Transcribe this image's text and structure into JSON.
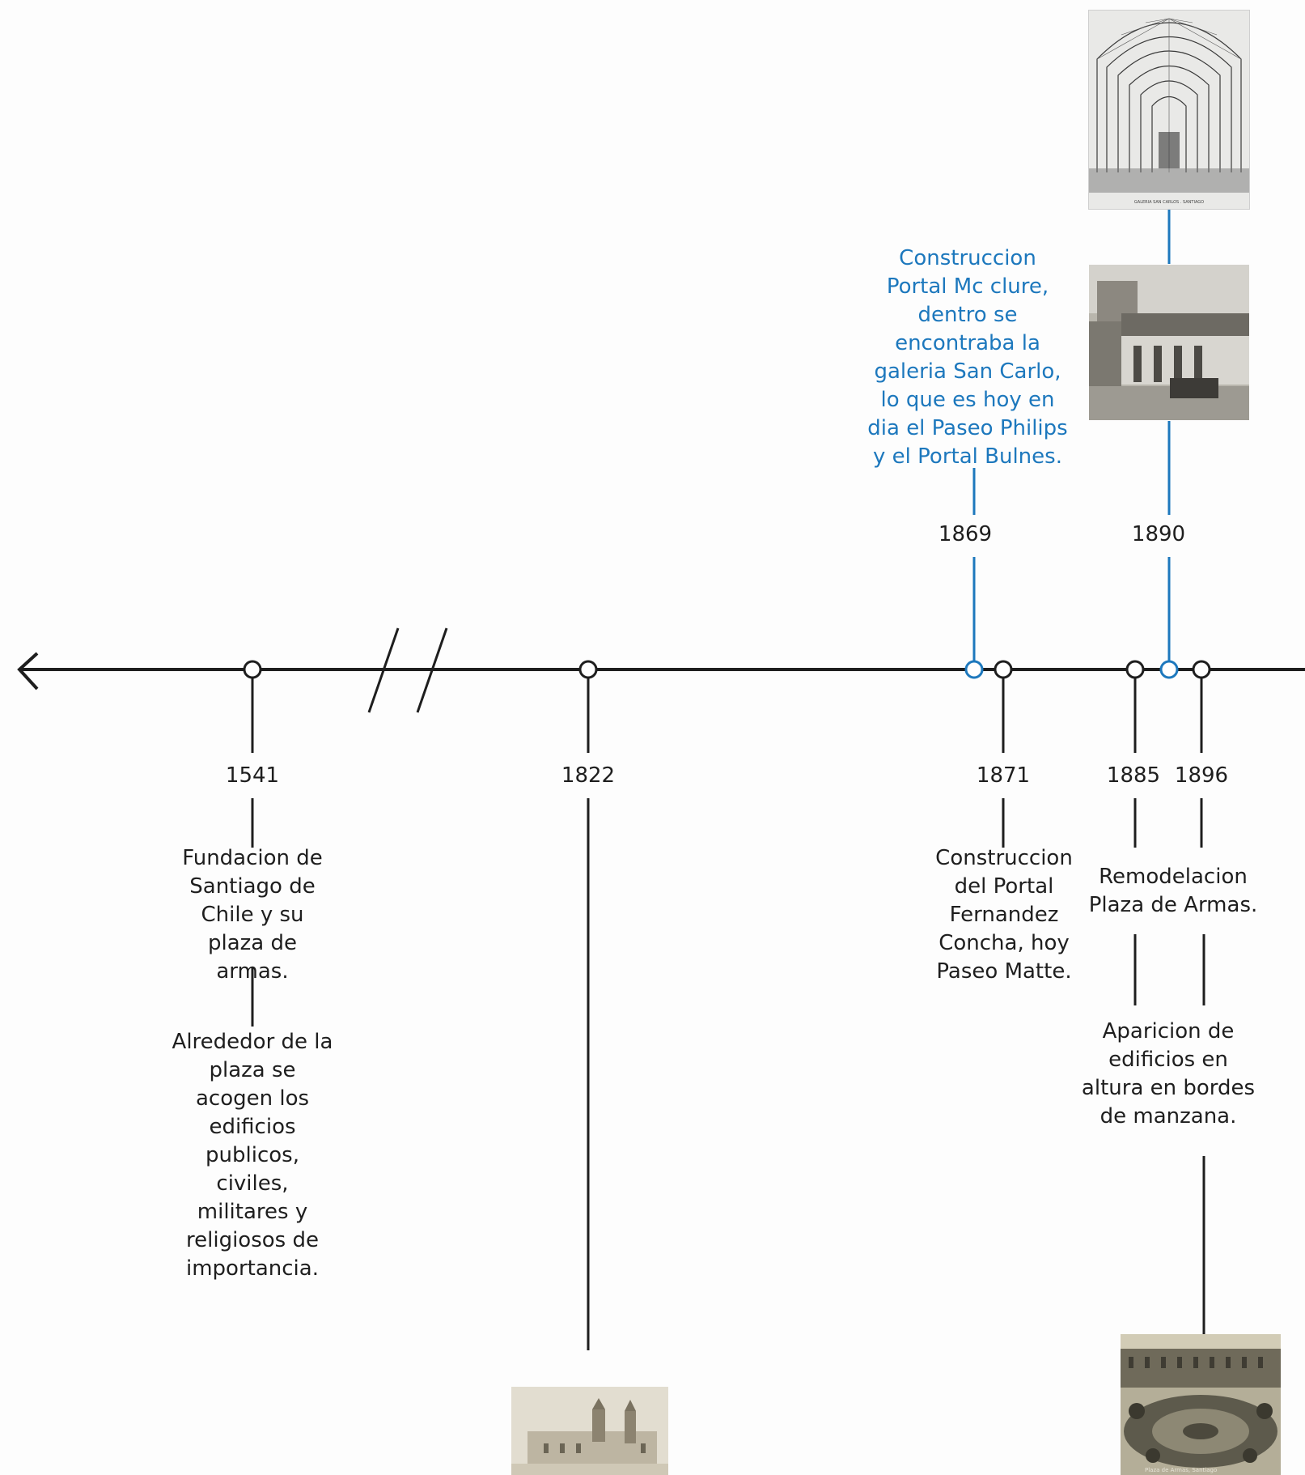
{
  "timeline": {
    "accent_color": "#1d78bd",
    "line_color": "#1e1e1e",
    "events": [
      {
        "year": "1541",
        "highlight": false,
        "texts": [
          "Fundacion de Santiago de Chile y su plaza de armas.",
          "Alrededor de la plaza se acogen los edificios publicos, civiles, militares y religiosos de importancia."
        ]
      },
      {
        "year": "1822",
        "highlight": false,
        "texts": []
      },
      {
        "year": "1869",
        "highlight": true,
        "texts": [
          "Construccion Portal Mc clure, dentro se encontraba la galeria San Carlo, lo que es hoy en dia el Paseo Philips y el Portal Bulnes."
        ]
      },
      {
        "year": "1871",
        "highlight": false,
        "texts": [
          "Construccion del Portal Fernandez Concha, hoy Paseo Matte."
        ]
      },
      {
        "year": "1885",
        "highlight": false,
        "texts": [
          "Remodelacion Plaza de Armas."
        ]
      },
      {
        "year": "1890",
        "highlight": true,
        "texts": []
      },
      {
        "year": "1896",
        "highlight": false,
        "texts": [
          "Aparicion de edificios en altura en bordes de manzana."
        ]
      }
    ],
    "photos": [
      {
        "name": "galeria-san-carlos-engraving",
        "subject": "vaulted gallery interior engraving",
        "caption": "GALERIA SAN CARLOS . SANTIAGO"
      },
      {
        "name": "portal-mc-clure-photo",
        "subject": "street corner with arcade and tram"
      },
      {
        "name": "plaza-1822-engraving",
        "subject": "plaza with cathedral engraving"
      },
      {
        "name": "plaza-de-armas-postcard",
        "subject": "plaza gardens with buildings",
        "caption": "Plaza de Armas, Santiago"
      }
    ]
  }
}
